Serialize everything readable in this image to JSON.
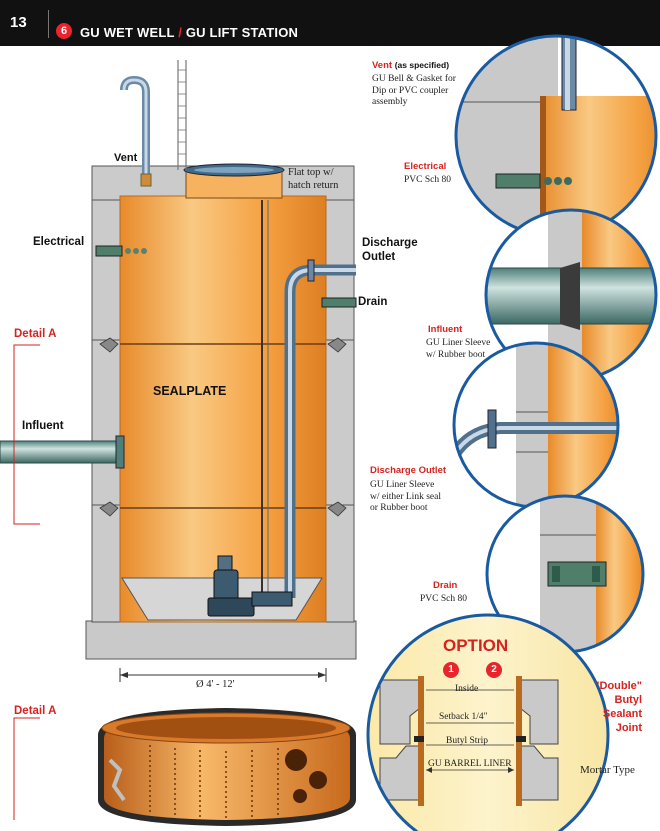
{
  "header": {
    "page_number": "13",
    "section_number": "6",
    "title_part1": "GU WET WELL",
    "title_separator": " / ",
    "title_part2": "GU LIFT STATION"
  },
  "main_diagram": {
    "vent": "Vent",
    "flat_top_line1": "Flat top w/",
    "flat_top_line2": "hatch return",
    "electrical": "Electrical",
    "discharge_line1": "Discharge",
    "discharge_line2": "Outlet",
    "drain": "Drain",
    "detail_a": "Detail A",
    "sealplate": "SEALPLATE",
    "influent": "Influent",
    "diameter": "Ø 4' - 12'"
  },
  "detail_a_bottom": "Detail A",
  "callouts": {
    "vent": {
      "title": "Vent",
      "spec": "(as specified)",
      "text": [
        "GU Bell & Gasket for",
        "Dip or PVC coupler",
        "assembly"
      ]
    },
    "electrical": {
      "title": "Electrical",
      "text": [
        "PVC Sch 80"
      ]
    },
    "influent": {
      "title": "Influent",
      "text": [
        "GU Liner Sleeve",
        "w/ Rubber boot"
      ]
    },
    "discharge": {
      "title": "Discharge Outlet",
      "text": [
        "GU Liner Sleeve",
        "w/ either Link seal",
        "or Rubber boot"
      ]
    },
    "drain": {
      "title": "Drain",
      "text": [
        "PVC Sch 80"
      ]
    }
  },
  "option": {
    "title": "OPTION",
    "num1": "1",
    "num2": "2",
    "inside": "Inside",
    "setback": "Setback 1/4\"",
    "butyl_strip": "Butyl Strip",
    "liner": "GU BARREL LINER"
  },
  "joint": {
    "line1": "\"Double\"",
    "line2": "Butyl",
    "line3": "Sealant",
    "line4": "Joint",
    "mortar": "Mortar Type"
  },
  "colors": {
    "orange": "#f5a142",
    "orange_light": "#f9c983",
    "concrete": "#c7c7c7",
    "blue_ring": "#1a5aa0",
    "red": "#d6231f"
  }
}
